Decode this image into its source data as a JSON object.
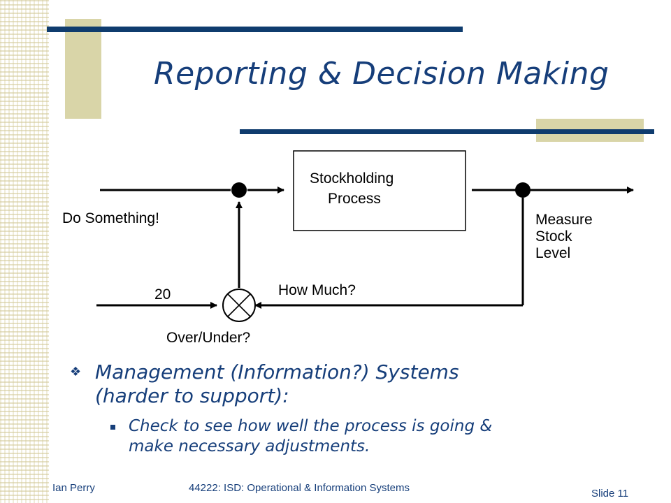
{
  "slide": {
    "title": "Reporting & Decision Making"
  },
  "diagram": {
    "box_label_line1": "Stockholding",
    "box_label_line2": "Process",
    "do_something": "Do Something!",
    "measure_line1": "Measure",
    "measure_line2": "Stock",
    "measure_line3": "Level",
    "setpoint": "20",
    "how_much": "How Much?",
    "over_under": "Over/Under?"
  },
  "bullets": {
    "main_line1": "Management (Information?) Systems",
    "main_line2": "(harder to support):",
    "sub_line1": "Check to see how well the process is going &",
    "sub_line2": "make necessary adjustments."
  },
  "footer": {
    "author": "Ian Perry",
    "course": "44222: ISD: Operational & Information Systems",
    "slide_number": "Slide 11"
  },
  "colors": {
    "navy": "#0f3c6e",
    "tan": "#d9d5a8",
    "text_blue": "#163e7a"
  }
}
